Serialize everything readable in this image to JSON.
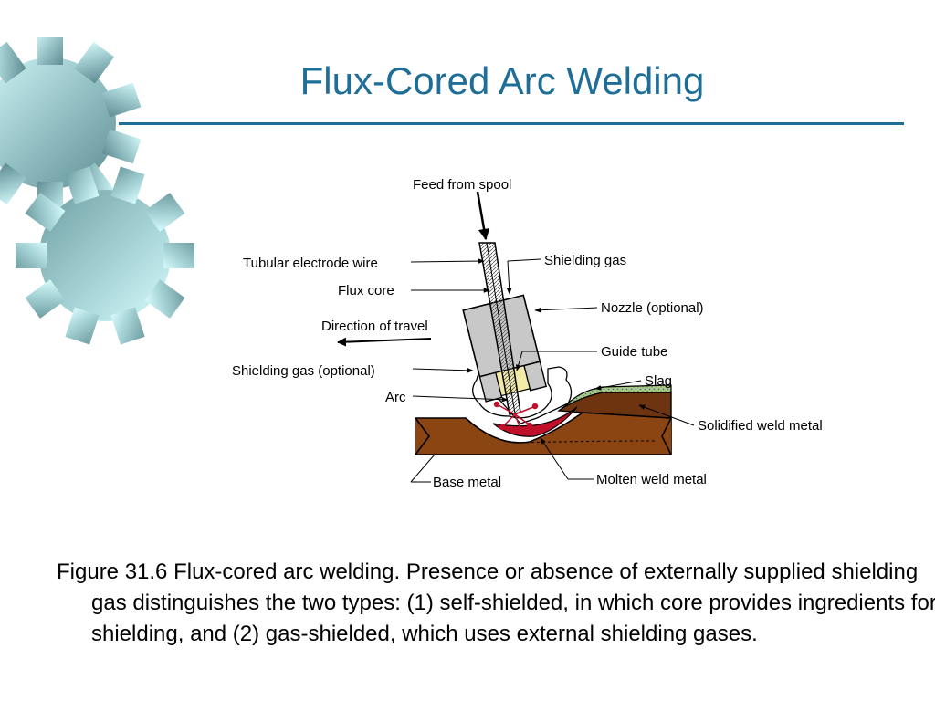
{
  "title": "Flux-Cored Arc Welding",
  "diagram": {
    "labels": {
      "feed_from_spool": "Feed from spool",
      "tubular_electrode_wire": "Tubular electrode wire",
      "shielding_gas": "Shielding gas",
      "flux_core": "Flux core",
      "nozzle": "Nozzle (optional)",
      "direction_of_travel": "Direction of travel",
      "guide_tube": "Guide tube",
      "shielding_gas_optional": "Shielding gas (optional)",
      "slag": "Slag",
      "arc": "Arc",
      "solidified_weld_metal": "Solidified weld metal",
      "base_metal": "Base metal",
      "molten_weld_metal": "Molten weld metal"
    }
  },
  "caption": "Figure 31.6  Flux-cored arc welding. Presence or absence of externally supplied shielding gas distinguishes the two types: (1) self-shielded, in which core provides ingredients for shielding, and (2) gas-shielded, which uses external shielding gases.",
  "colors": {
    "title": "#1f6e98",
    "base_metal": "#8b4513",
    "molten_weld": "#c0102a",
    "slag": "#a8c890",
    "nozzle": "#c8c8c8",
    "guide_tube": "#f3eaa8"
  }
}
